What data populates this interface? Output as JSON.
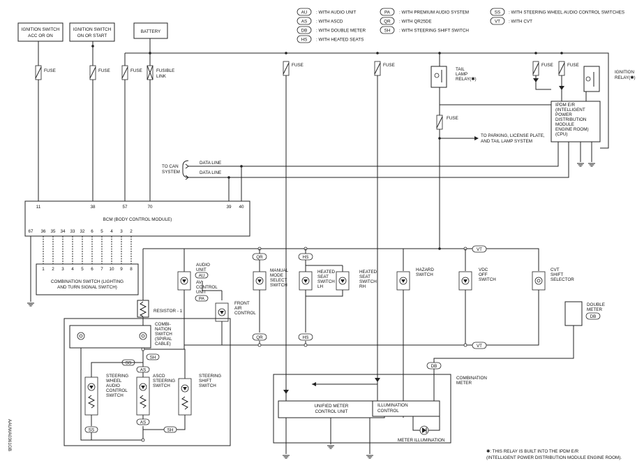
{
  "legend": [
    {
      "code": "AU",
      "text": ": WITH AUDIO UNIT"
    },
    {
      "code": "AS",
      "text": ": WITH ASCD"
    },
    {
      "code": "DB",
      "text": ": WITH DOUBLE METER"
    },
    {
      "code": "HS",
      "text": ": WITH HEATED SEATS"
    },
    {
      "code": "PA",
      "text": ": WITH PREMIUM AUDIO SYSTEM"
    },
    {
      "code": "QR",
      "text": ": WITH QR25DE"
    },
    {
      "code": "SH",
      "text": ": WITH STEERING SHIFT SWITCH"
    },
    {
      "code": "SS",
      "text": ": WITH STEERING WHEEL AUDIO CONTROL SWITCHES"
    },
    {
      "code": "VT",
      "text": ": WITH CVT"
    }
  ],
  "sources": {
    "ign_acc": [
      "IGNITION SWITCH",
      "ACC OR ON"
    ],
    "ign_on": [
      "IGNITION SWITCH",
      "ON OR START"
    ],
    "battery": "BATTERY"
  },
  "labels": {
    "fuse": "FUSE",
    "fusible_link": [
      "FUSIBLE",
      "LINK"
    ],
    "tail_lamp_relay": [
      "TAIL",
      "LAMP",
      "RELAY(✱)"
    ],
    "ignition_relay": [
      "IGNITION",
      "RELAY(✱)"
    ],
    "ipdm": [
      "IPDM E/R",
      "(INTELLIGENT",
      "POWER",
      "DISTRIBUTION",
      "MODULE",
      "ENGINE ROOM)",
      "(CPU)"
    ],
    "parking": [
      "TO PARKING, LICENSE PLATE,",
      "AND TAIL LAMP SYSTEM"
    ],
    "to_can": [
      "TO CAN",
      "SYSTEM"
    ],
    "data_line": "DATA LINE",
    "bcm": "BCM (BODY CONTROL MODULE)",
    "combi_switch": [
      "COMBINATION SWITCH (LIGHTING",
      "AND TURN SIGNAL SWITCH)"
    ],
    "resistor": "RESISTOR - 1",
    "spiral": [
      "COMBI-",
      "NATION",
      "SWITCH",
      "(SPIRAL",
      "CABLE)"
    ],
    "audio_unit": [
      "AUDIO",
      "UNIT"
    ],
    "av_control": [
      "AV",
      "CONTROL",
      "UNIT"
    ],
    "front_air": [
      "FRONT",
      "AIR",
      "CONTROL"
    ],
    "manual_mode": [
      "MANUAL",
      "MODE",
      "SELECT",
      "SWITCH"
    ],
    "heated_lh": [
      "HEATED",
      "SEAT",
      "SWITCH",
      "LH"
    ],
    "heated_rh": [
      "HEATED",
      "SEAT",
      "SWITCH",
      "RH"
    ],
    "hazard": [
      "HAZARD",
      "SWITCH"
    ],
    "vdc": [
      "VDC",
      "OFF",
      "SWITCH"
    ],
    "cvt": [
      "CVT",
      "SHIFT",
      "SELECTOR"
    ],
    "double_meter": [
      "DOUBLE",
      "METER"
    ],
    "steering_audio": [
      "STEERING",
      "WHEEL",
      "AUDIO",
      "CONTROL",
      "SWITCH"
    ],
    "ascd": [
      "ASCD",
      "STEERING",
      "SWITCH"
    ],
    "steering_shift": [
      "STEERING",
      "SHIFT",
      "SWITCH"
    ],
    "combination_meter": [
      "COMBINATION",
      "METER"
    ],
    "unified_meter": [
      "UNIFIED METER",
      "CONTROL UNIT"
    ],
    "illum_control": [
      "ILLUMINATION",
      "CONTROL"
    ],
    "meter_illum": "METER ILLUMINATION",
    "footnote": [
      "✱: THIS RELAY IS BUILT INTO THE IPDM E/R",
      "(INTELLIGENT POWER DISTRIBUTION MODULE ENGINE ROOM)."
    ],
    "diagram_id": "AAUWA0361GB"
  },
  "bcm_top_pins": [
    "11",
    "38",
    "57",
    "70",
    "39",
    "40"
  ],
  "bcm_bottom_pins": [
    "67",
    "36",
    "35",
    "34",
    "33",
    "32",
    "6",
    "5",
    "4",
    "3",
    "2"
  ],
  "combi_pins": [
    "1",
    "2",
    "3",
    "4",
    "5",
    "6",
    "7",
    "10",
    "9",
    "8"
  ]
}
